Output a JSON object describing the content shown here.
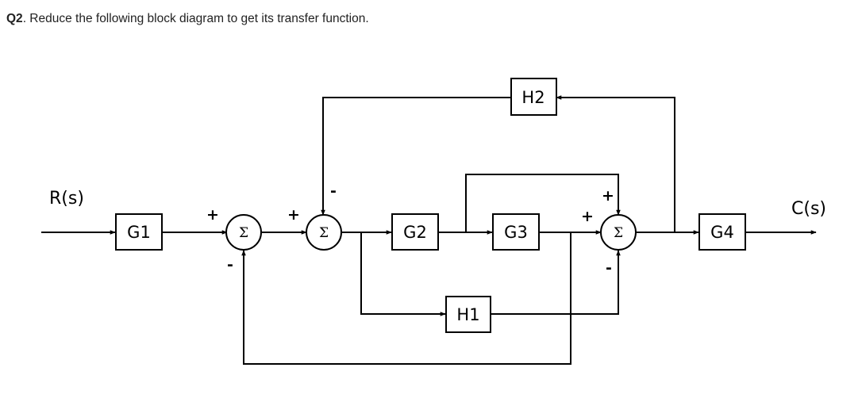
{
  "question": {
    "number": "Q2",
    "text": ". Reduce the following block diagram to get its transfer function."
  },
  "diagram": {
    "input_label": "R(s)",
    "output_label": "C(s)",
    "blocks": {
      "g1": "G1",
      "g2": "G2",
      "g3": "G3",
      "g4": "G4",
      "h1": "H1",
      "h2": "H2"
    },
    "summing_symbol": "Σ",
    "signs": {
      "sum1_left": "+",
      "sum1_bottom": "-",
      "sum2_left": "+",
      "sum2_top": "-",
      "sum3_top": "+",
      "sum3_left": "+",
      "sum3_bottom": "-"
    }
  }
}
